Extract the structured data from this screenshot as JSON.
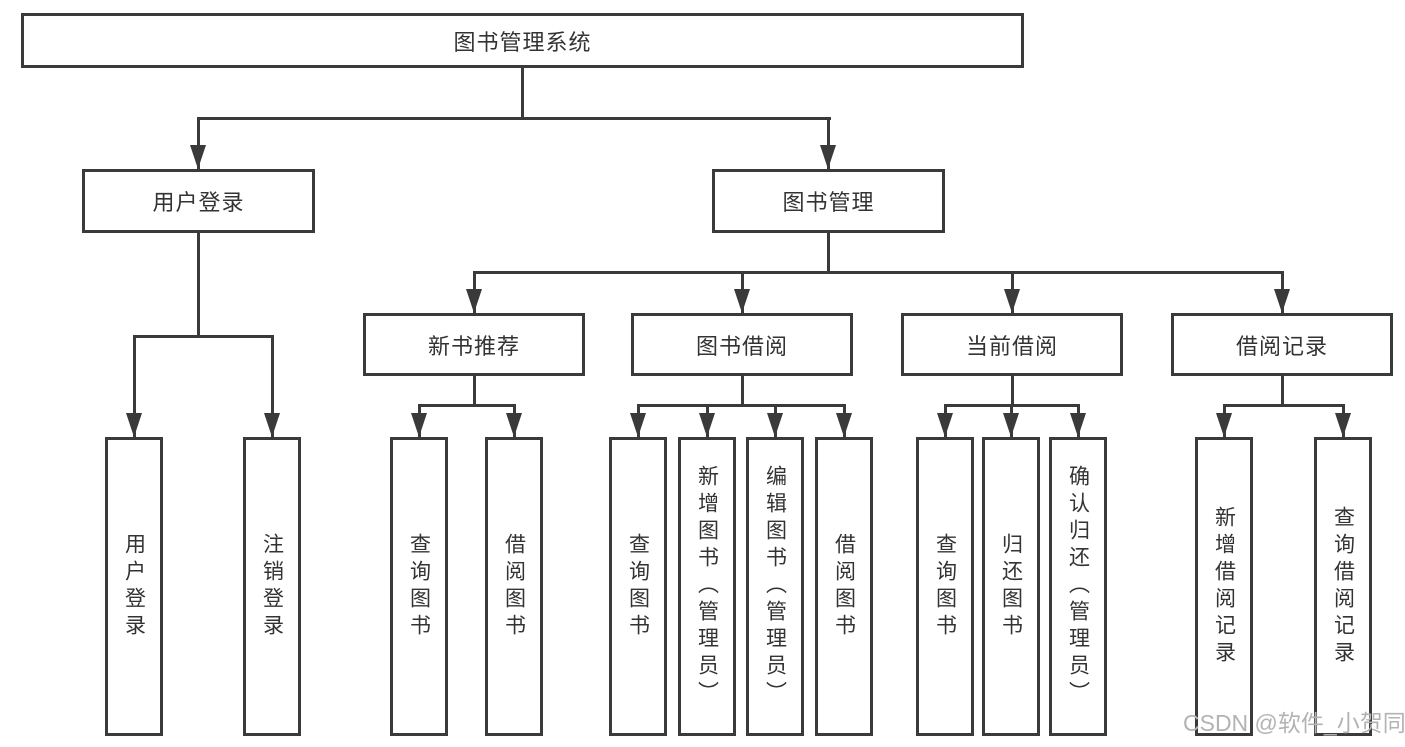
{
  "diagram_title": "图书管理系统",
  "tree": {
    "root": {
      "label": "图书管理系统"
    },
    "children": [
      {
        "label": "用户登录",
        "children": [
          {
            "label": "用户登录"
          },
          {
            "label": "注销登录"
          }
        ]
      },
      {
        "label": "图书管理",
        "children": [
          {
            "label": "新书推荐",
            "children": [
              {
                "label": "查询图书"
              },
              {
                "label": "借阅图书"
              }
            ]
          },
          {
            "label": "图书借阅",
            "children": [
              {
                "label": "查询图书"
              },
              {
                "label": "新增图书（管理员）"
              },
              {
                "label": "编辑图书（管理员）"
              },
              {
                "label": "借阅图书"
              }
            ]
          },
          {
            "label": "当前借阅",
            "children": [
              {
                "label": "查询图书"
              },
              {
                "label": "归还图书"
              },
              {
                "label": "确认归还（管理员）"
              }
            ]
          },
          {
            "label": "借阅记录",
            "children": [
              {
                "label": "新增借阅记录"
              },
              {
                "label": "查询借阅记录"
              }
            ]
          }
        ]
      }
    ]
  },
  "watermark": {
    "text": "CSDN @软件_小贺同学"
  },
  "colors": {
    "line": "#3a3a3a",
    "text": "#333333",
    "watermark": "#b3b3b3",
    "background": "#ffffff"
  }
}
